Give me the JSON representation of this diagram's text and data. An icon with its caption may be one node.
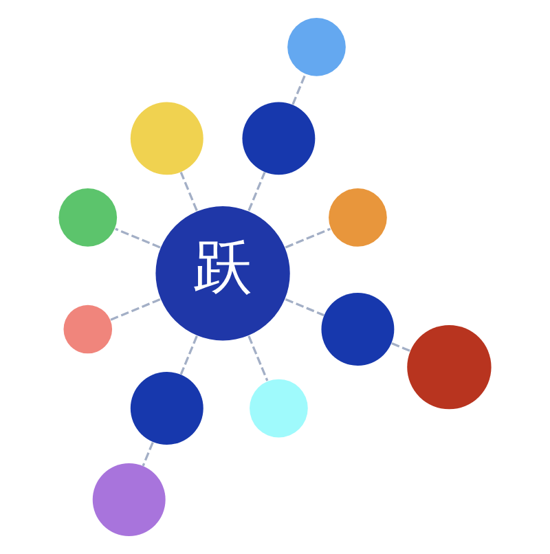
{
  "diagram": {
    "nodes": [
      {
        "text": [],
        "shape": "circle"
      },
      {
        "text": [],
        "shape": "circle"
      },
      {
        "text": [],
        "shape": "circle"
      },
      {
        "text": [],
        "shape": "circle"
      },
      {
        "text": [],
        "shape": "circle"
      },
      {
        "text": [
          "跃"
        ]
      },
      {
        "text": [],
        "shape": "circle"
      },
      {
        "text": [],
        "shape": "circle"
      },
      {
        "text": [],
        "shape": "circle"
      },
      {
        "text": [],
        "shape": "circle"
      },
      {
        "text": [],
        "shape": "circle"
      },
      {
        "text": [],
        "shape": "circle"
      }
    ],
    "edges": [
      {
        "from": 5,
        "to": 1,
        "arrow": "none",
        "style": "dashed"
      },
      {
        "from": 5,
        "to": 2,
        "arrow": "none",
        "style": "dashed"
      },
      {
        "from": 5,
        "to": 3,
        "arrow": "none",
        "style": "dashed"
      },
      {
        "from": 3,
        "to": 0,
        "arrow": "none",
        "style": "dashed"
      },
      {
        "from": 5,
        "to": 6,
        "arrow": "none",
        "style": "dashed"
      },
      {
        "from": 5,
        "to": 9,
        "arrow": "none",
        "style": "dashed"
      },
      {
        "from": 9,
        "to": 11,
        "arrow": "none",
        "style": "dashed"
      },
      {
        "from": 5,
        "to": 8,
        "arrow": "none",
        "style": "dashed"
      },
      {
        "from": 5,
        "to": 7,
        "arrow": "none",
        "style": "dashed"
      },
      {
        "from": 7,
        "to": 10,
        "arrow": "none",
        "style": "dashed"
      },
      {
        "from": 5,
        "to": 4,
        "arrow": "none",
        "style": "dashed"
      }
    ]
  }
}
